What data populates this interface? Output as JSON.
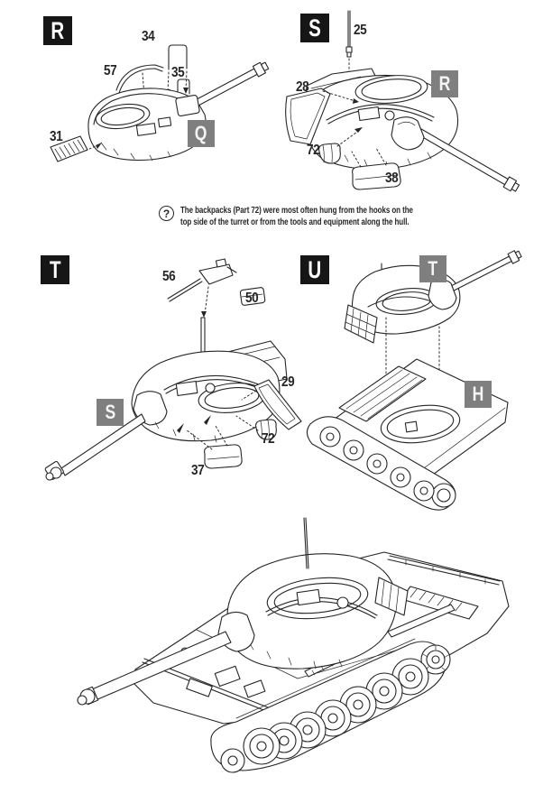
{
  "document": {
    "kind": "model-kit-assembly-instructions",
    "subject": "tank turret and hull assembly steps"
  },
  "colors": {
    "page-bg": "#ffffff",
    "ink": "#262626",
    "step-box-bg": "#161616",
    "step-box-text": "#ffffff",
    "ref-box-bg": "#7f7f7f",
    "ref-box-text": "#f4f4f4"
  },
  "steps": {
    "r": {
      "label": "R",
      "result_ref": "Q",
      "parts": {
        "n34": "34",
        "n57": "57",
        "n35": "35",
        "n31": "31"
      }
    },
    "s": {
      "label": "S",
      "result_ref": "R",
      "parts": {
        "n25": "25",
        "n28": "28",
        "n72": "72",
        "n38": "38"
      }
    },
    "t": {
      "label": "T",
      "result_ref": "S",
      "parts": {
        "n56": "56",
        "n50": "50",
        "n29": "29",
        "n72": "72",
        "n37": "37"
      }
    },
    "u": {
      "label": "U",
      "turret_ref": "T",
      "hull_ref": "H"
    }
  },
  "note": {
    "icon_glyph": "?",
    "line1": "The backpacks (Part 72) were most often hung from the hooks on the",
    "line2": "top side of the turret or from the tools and equipment along the hull."
  }
}
